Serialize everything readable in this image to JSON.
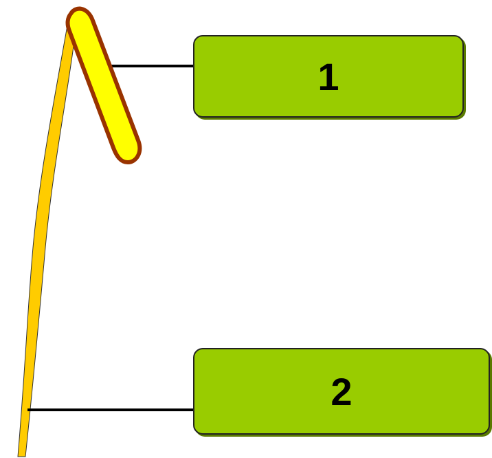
{
  "labels": [
    {
      "id": "1",
      "text": "1"
    },
    {
      "id": "2",
      "text": "2"
    }
  ],
  "colors": {
    "box_fill": "#99cc00",
    "filament": "#ffcc00",
    "anther_fill": "#ffff00",
    "anther_outline": "#993300",
    "leader_line": "#000000"
  }
}
